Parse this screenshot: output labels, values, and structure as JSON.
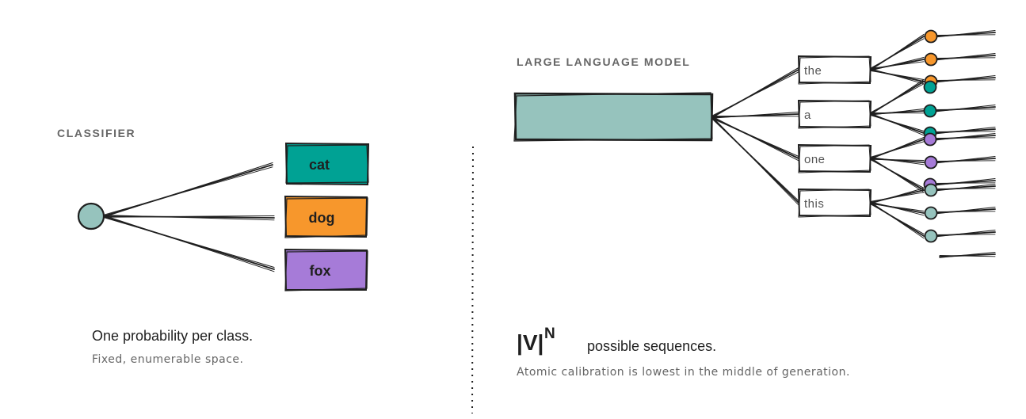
{
  "colors": {
    "teal": "#00a294",
    "orange": "#f7972c",
    "purple": "#a67bd8",
    "sage": "#96c3bd",
    "ink": "#1f1f1f",
    "muted": "#666666"
  },
  "classifier": {
    "title": "CLASSIFIER",
    "classes": [
      {
        "label": "cat",
        "color": "#00a294"
      },
      {
        "label": "dog",
        "color": "#f7972c"
      },
      {
        "label": "fox",
        "color": "#a67bd8"
      }
    ],
    "caption": "One probability per class.",
    "subcaption": "Fixed, enumerable space."
  },
  "llm": {
    "title": "LARGE LANGUAGE MODEL",
    "tokens": [
      "the",
      "a",
      "one",
      "this"
    ],
    "next_token_colors": [
      [
        "#f7972c",
        "#f7972c",
        "#f7972c"
      ],
      [
        "#00a294",
        "#00a294",
        "#00a294"
      ],
      [
        "#a67bd8",
        "#a67bd8",
        "#a67bd8"
      ],
      [
        "#96c3bd",
        "#96c3bd",
        "#96c3bd"
      ]
    ],
    "formula_base": "|V|",
    "formula_sup": "N",
    "caption": "possible sequences.",
    "subcaption": "Atomic calibration is lowest in the middle of generation."
  }
}
